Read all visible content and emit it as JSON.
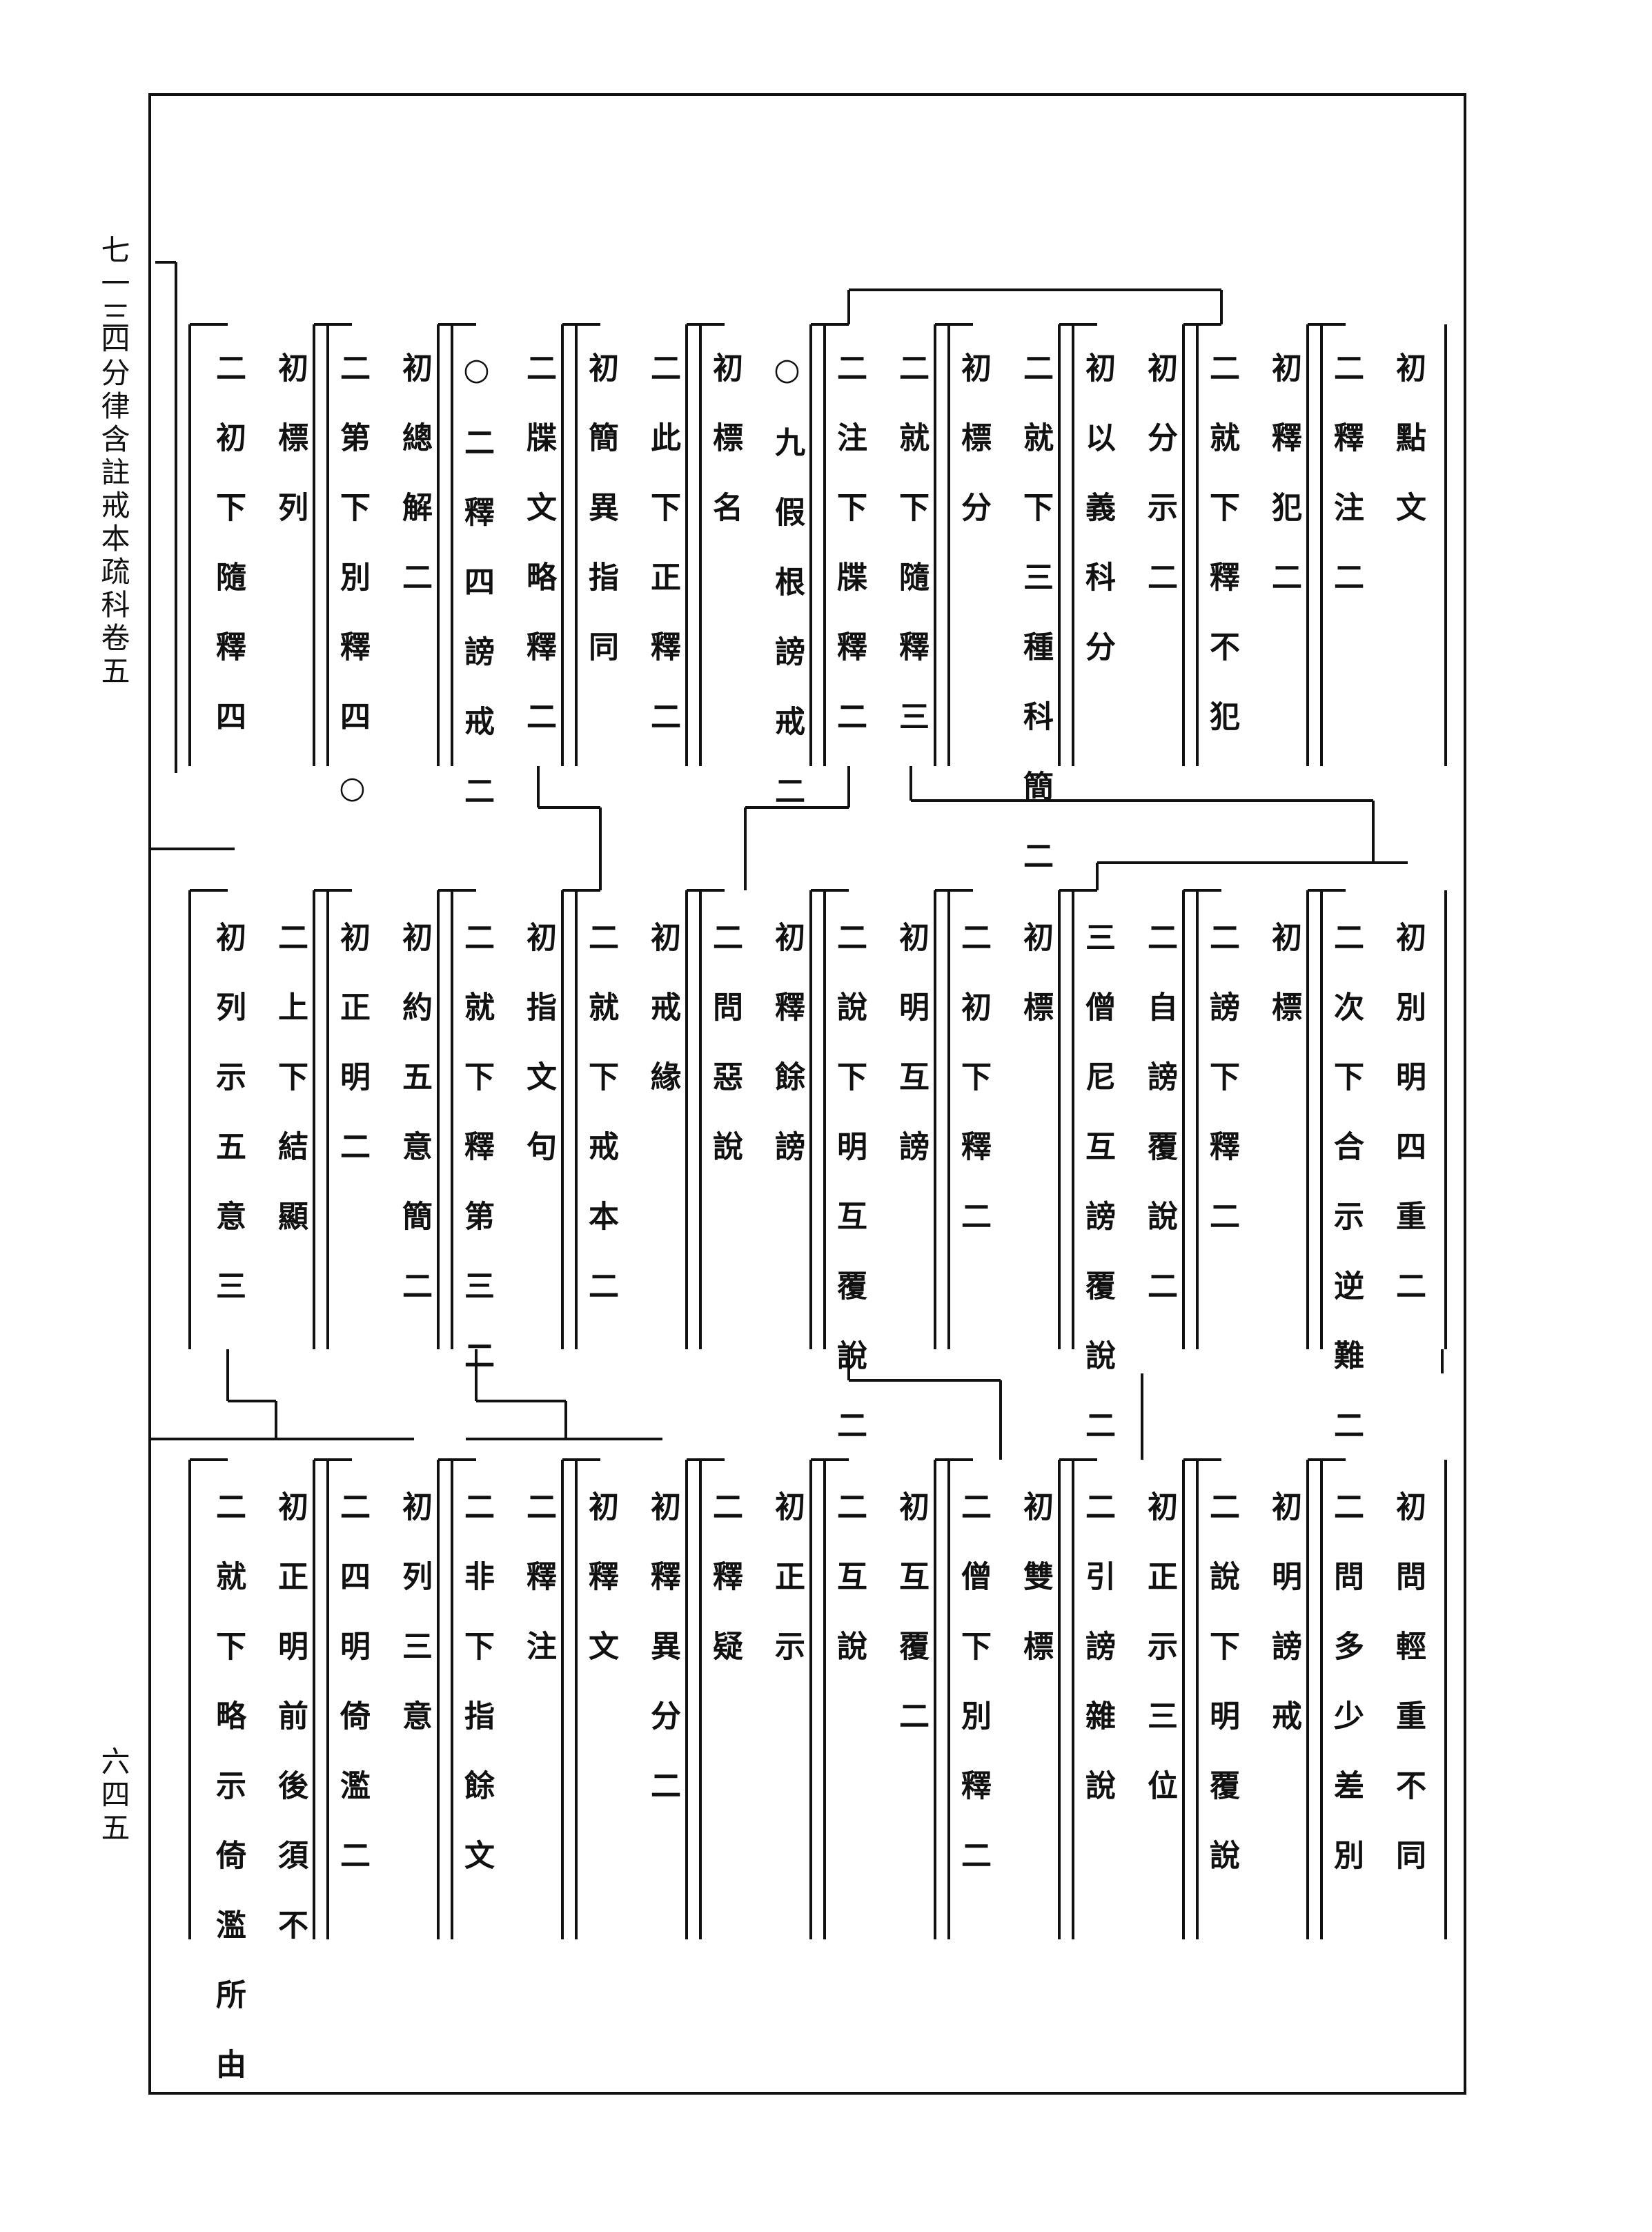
{
  "header": {
    "page_number": "七一三",
    "book_title": "四分律含註戒本疏科卷五",
    "folio": "六四五"
  },
  "rows": [
    {
      "items": [
        "初點文",
        "二釋注二",
        "初釋犯二",
        "二就下釋不犯",
        "初分示二",
        "初以義科分",
        "二就下三種科簡二",
        "初標分",
        "二就下隨釋三",
        "二注下牒釋二",
        "○九假根謗戒二",
        "初標名",
        "二此下正釋二",
        "初簡異指同",
        "二牒文略釋二",
        "○二釋四謗戒二",
        "初總解二",
        "二第下別釋四○",
        "初標列",
        "二初下隨釋四"
      ]
    },
    {
      "items": [
        "初別明四重二",
        "二次下合示逆難二",
        "初標",
        "二謗下釋二",
        "二自謗覆說二",
        "三僧尼互謗覆說二",
        "初標",
        "二初下釋二",
        "初明互謗",
        "二說下明互覆說二",
        "初釋餘謗",
        "二問惡說",
        "初戒緣",
        "二就下戒本二",
        "初指文句",
        "二就下釋第三二",
        "初約五意簡二",
        "初正明二",
        "二上下結顯",
        "初列示五意三"
      ]
    },
    {
      "items": [
        "初問輕重不同",
        "二問多少差別",
        "初明謗戒",
        "二說下明覆說",
        "初正示三位",
        "二引謗雜說",
        "初雙標",
        "二僧下別釋二",
        "初互覆二",
        "二互說",
        "初正示",
        "二釋疑",
        "初釋異分二",
        "初釋文",
        "二釋注",
        "二非下指餘文",
        "初列三意",
        "二四明倚濫二",
        "初正明前後須不",
        "二就下略示倚濫所由"
      ]
    }
  ]
}
